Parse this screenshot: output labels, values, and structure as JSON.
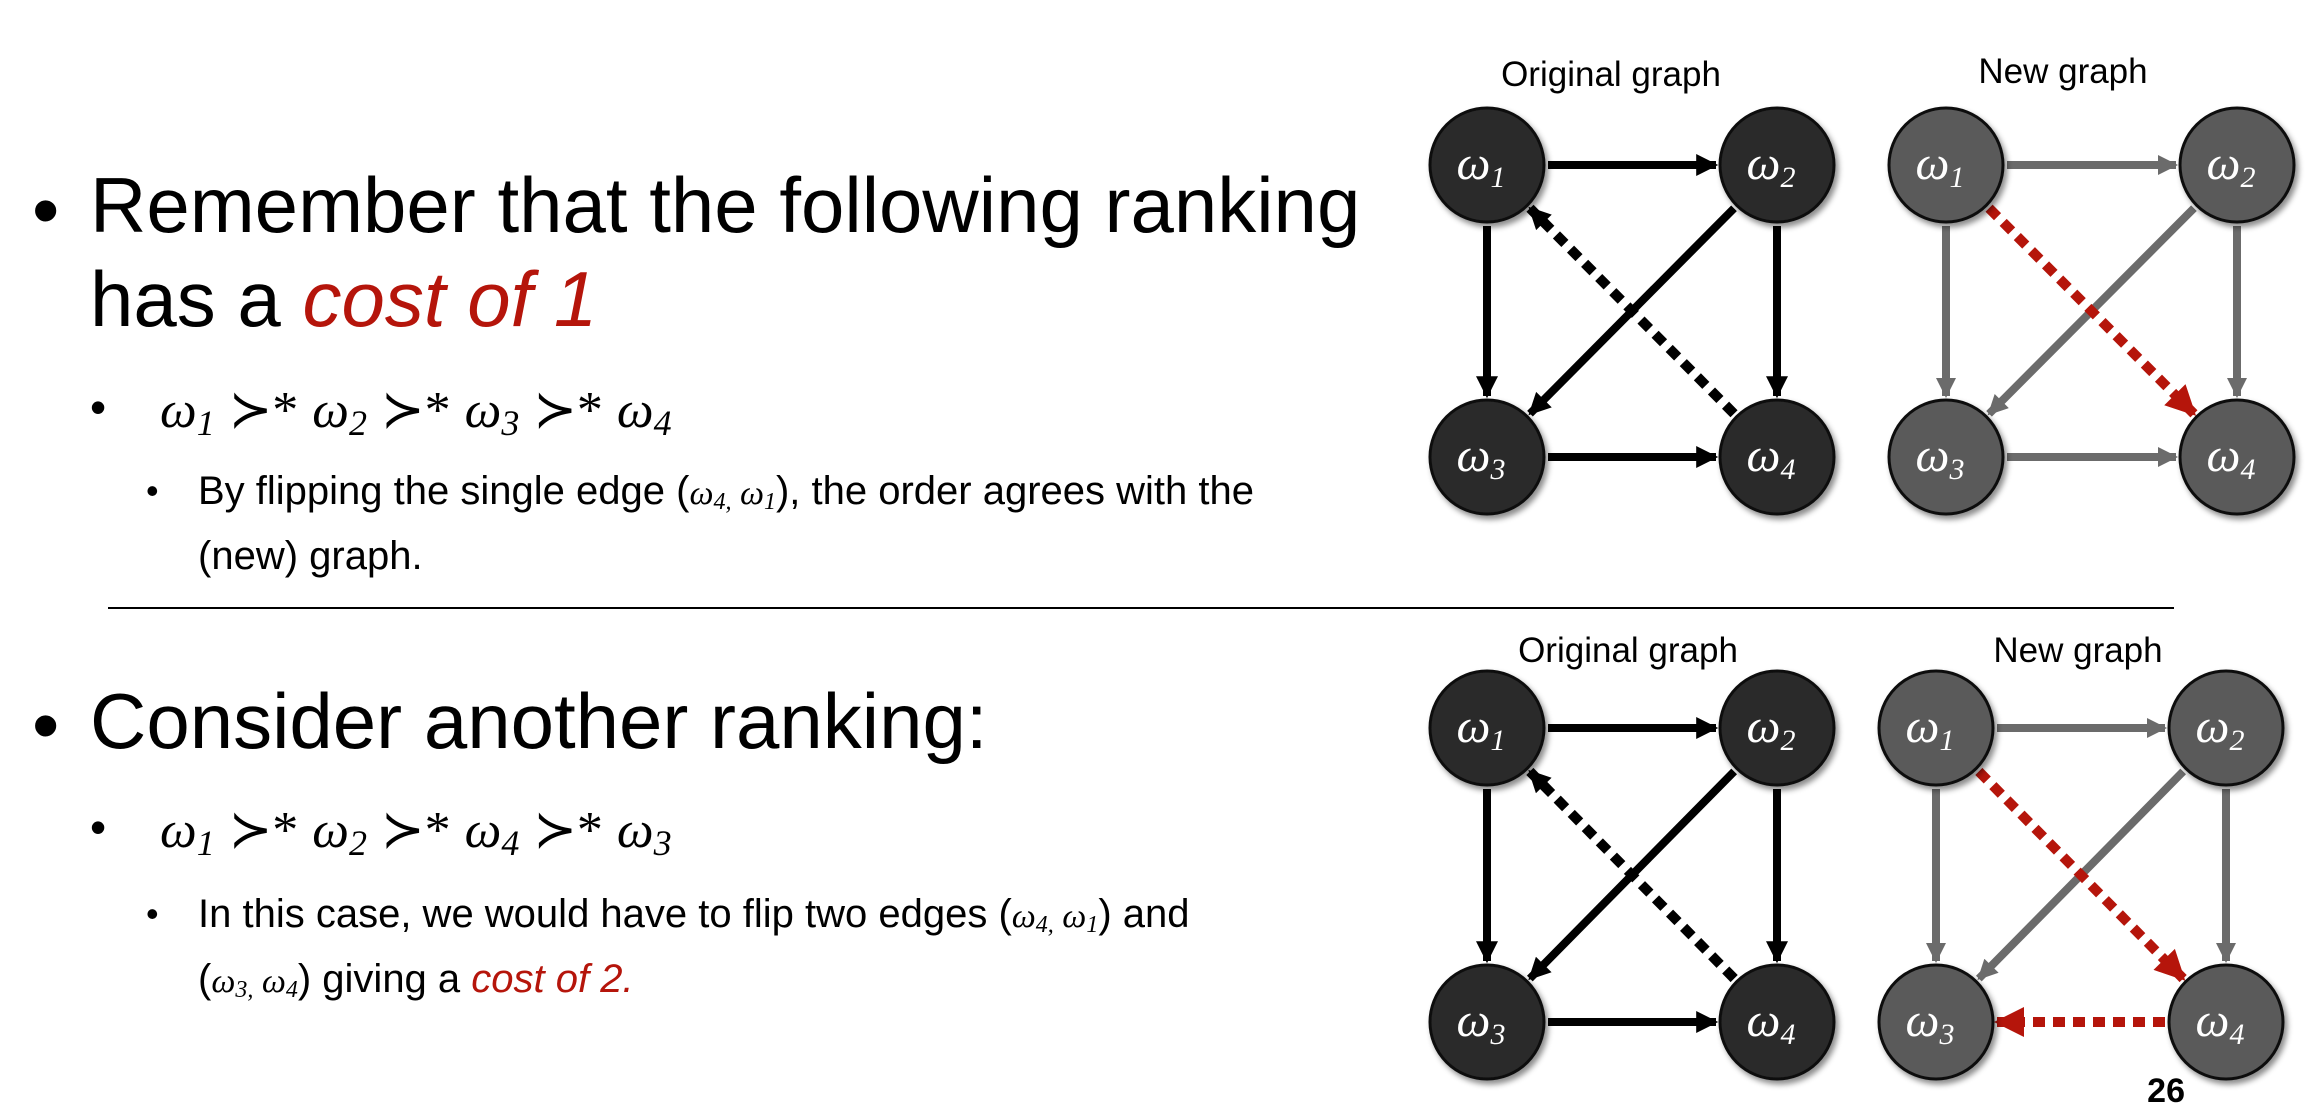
{
  "slide": {
    "title_fragment": "g",
    "page_number": "26"
  },
  "section1": {
    "bullet_line1": "Remember that the following ranking",
    "bullet_line2_prefix": "has a ",
    "bullet_line2_highlight": "cost of 1",
    "ranking": [
      "ω",
      "1",
      "≻*",
      "ω",
      "2",
      "≻*",
      "ω",
      "3",
      "≻*",
      "ω",
      "4"
    ],
    "note_prefix": "By flipping the single edge (",
    "note_edge": [
      "ω",
      "4,",
      "ω",
      "1"
    ],
    "note_suffix": "), the order agrees with the",
    "note_line2": "(new) graph.",
    "original_graph_title": "Original graph",
    "new_graph_title": "New graph"
  },
  "section2": {
    "bullet_line1": "Consider another ranking:",
    "ranking": [
      "ω",
      "1",
      "≻*",
      "ω",
      "2",
      "≻*",
      "ω",
      "4",
      "≻*",
      "ω",
      "3"
    ],
    "note_line1_prefix": "In this case, we would have to flip two edges (",
    "note_edge1": [
      "ω",
      "4,",
      "ω",
      "1"
    ],
    "note_line1_suffix": ") and",
    "note_line2_prefix": "(",
    "note_edge2": [
      "ω",
      "3,",
      "ω",
      "4"
    ],
    "note_line2_mid": ") giving a ",
    "note_line2_highlight": "cost of 2.",
    "original_graph_title": "Original graph",
    "new_graph_title": "New graph"
  },
  "nodes": {
    "w1": {
      "base": "ω",
      "sub": "1"
    },
    "w2": {
      "base": "ω",
      "sub": "2"
    },
    "w3": {
      "base": "ω",
      "sub": "3"
    },
    "w4": {
      "base": "ω",
      "sub": "4"
    }
  },
  "colors": {
    "original_node": "#2b2b2b",
    "new_node": "#5a5a5a",
    "original_edge": "#000000",
    "new_edge": "#6b6b6b",
    "flipped_edge": "#b5150b",
    "highlight_text": "#b5150b"
  }
}
